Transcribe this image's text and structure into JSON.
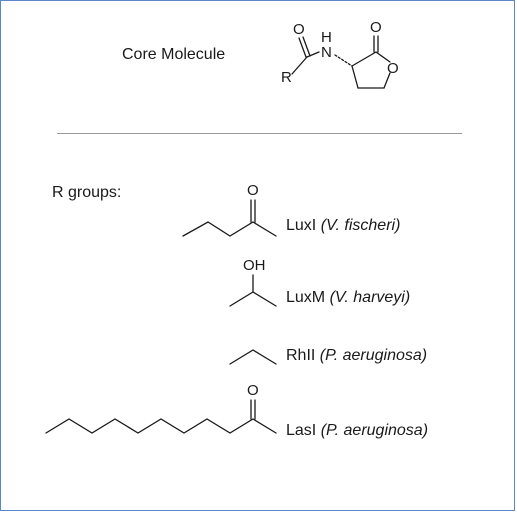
{
  "figure": {
    "core_label": "Core Molecule",
    "r_groups_label": "R groups:",
    "atoms": {
      "carbonyl_o": "O",
      "amide_h": "H",
      "amide_n": "N",
      "lactone_carbonyl_o": "O",
      "ring_o": "O",
      "r_symbol": "R"
    },
    "r_groups": [
      {
        "name": "LuxI",
        "organism": "(V. fischeri)",
        "atom_label": "O"
      },
      {
        "name": "LuxM",
        "organism": "(V. harveyi)",
        "atom_label": "OH"
      },
      {
        "name": "RhII",
        "organism": "(P. aeruginosa)",
        "atom_label": ""
      },
      {
        "name": "LasI",
        "organism": "(P. aeruginosa)",
        "atom_label": "O"
      }
    ]
  }
}
